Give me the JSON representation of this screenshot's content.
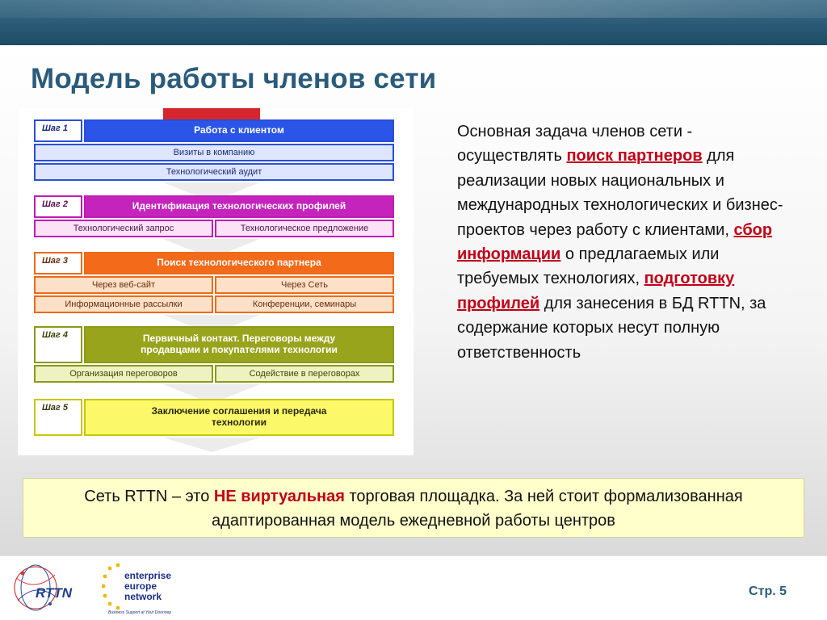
{
  "title": "Модель работы членов сети",
  "diagram": {
    "step1": {
      "tag": "Шаг 1",
      "main": "Работа с клиентом",
      "sub1": "Визиты в компанию",
      "sub2": "Технологический аудит"
    },
    "step2": {
      "tag": "Шаг 2",
      "main": "Идентификация технологических профилей",
      "sub_left": "Технологический запрос",
      "sub_right": "Технологическое предложение"
    },
    "step3": {
      "tag": "Шаг 3",
      "main": "Поиск технологического партнера",
      "sub1_left": "Через веб-сайт",
      "sub1_right": "Через Сеть",
      "sub2_left": "Информационные рассылки",
      "sub2_right": "Конференции, семинары"
    },
    "step4": {
      "tag": "Шаг 4",
      "main_line1": "Первичный контакт. Переговоры между",
      "main_line2": "продавцами и покупателями технологии",
      "sub_left": "Организация переговоров",
      "sub_right": "Содействие в переговорах"
    },
    "step5": {
      "tag": "Шаг 5",
      "main_line1": "Заключение соглашения и передача",
      "main_line2": "технологии"
    }
  },
  "description": {
    "p1": "Основная задача членов сети - осуществлять ",
    "h1": "поиск партнеров",
    "p2": " для реализации новых национальных и международных технологических и бизнес-проектов через работу с клиентами, ",
    "h2": "сбор информации",
    "p3": " о предлагаемых или требуемых технологиях, ",
    "h3": "подготовку профилей",
    "p4": " для занесения в БД RTTN, за содержание которых несут полную ответственность"
  },
  "callout": {
    "t1": "Сеть RTTN – это ",
    "ne": "НЕ виртуальная",
    "t2": " торговая площадка. За ней стоит формализованная адаптированная модель ежедневной работы центров"
  },
  "footer": {
    "rttn_logo": "RTTN",
    "een_line1": "enterprise",
    "een_line2": "europe",
    "een_line3": "network",
    "een_tagline": "Business Support at Your Doorstep",
    "page": "Стр. 5"
  },
  "colors": {
    "title": "#2b5b7a",
    "highlight": "#c00018",
    "step1": "#2b55e6",
    "step2": "#c424bc",
    "step3": "#f26a1a",
    "step4": "#98a41c",
    "step5": "#fbf86a"
  }
}
